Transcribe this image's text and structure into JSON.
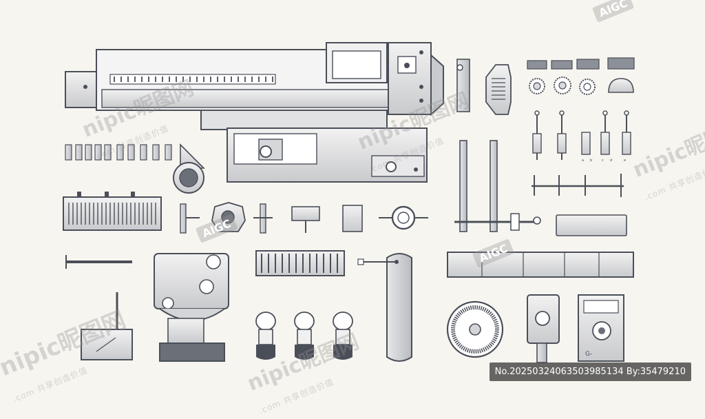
{
  "watermark": {
    "brand": "nipic昵图网",
    "sub": ".com 共享创造价值",
    "aigc": "AIGC"
  },
  "caption": {
    "text": "No.20250324063503985134 By:35479210"
  },
  "parts_labels": {
    "small_letters": [
      "a",
      "b",
      "c",
      "d",
      "e"
    ],
    "plate_text": "G-"
  },
  "colors": {
    "background": "#f7f5ef",
    "line": "#4a4e58",
    "metal": "#d9dadc",
    "dark": "#6b6f78"
  }
}
